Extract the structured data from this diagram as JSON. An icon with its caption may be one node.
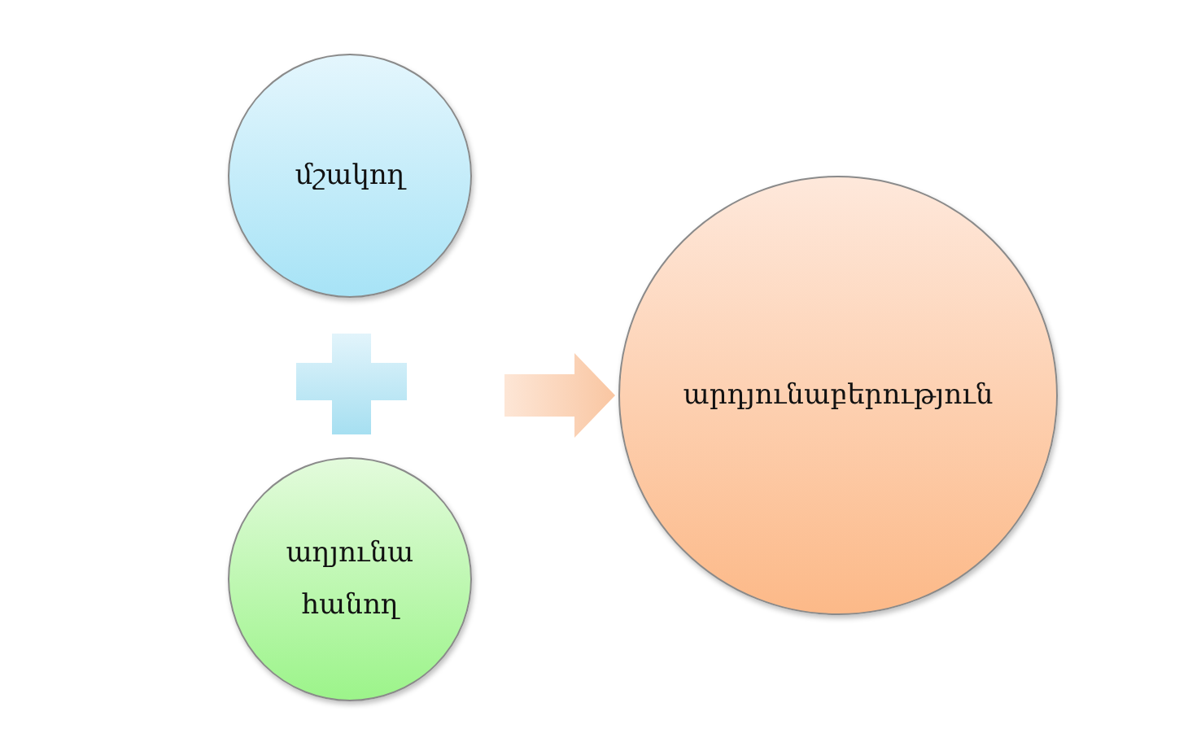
{
  "diagram": {
    "nodes": [
      {
        "text": [
          "մշակող"
        ]
      },
      {
        "text": [
          "աղյունա հանող"
        ]
      },
      {
        "text": [
          "արդյունաբերություն"
        ]
      }
    ],
    "edges": [
      {
        "from": null,
        "to": 2,
        "arrow": "to"
      }
    ]
  }
}
